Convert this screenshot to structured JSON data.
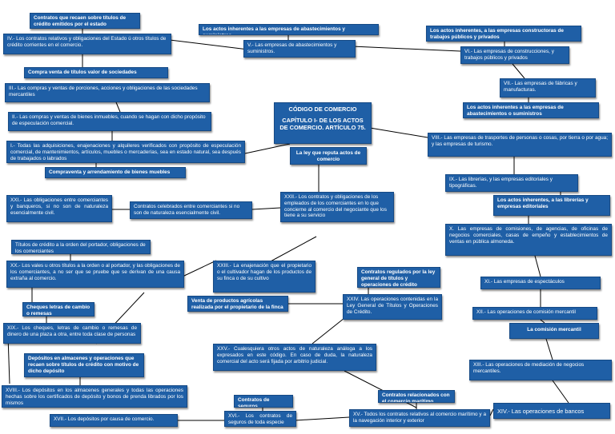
{
  "colors": {
    "box_fill": "#1f5fa6",
    "box_text": "#ffffff",
    "line": "#000000"
  },
  "nodes": {
    "center_title": "CÓDIGO DE COMERCIO",
    "center_subtitle": "CAPÍTULO I- DE LOS ACTOS DE COMERCIO. ARTÍCULO 75.",
    "center_caption": "La ley que reputa actos de comercio",
    "contratos_titulos": "Contratos que recaen sobre títulos de crédito emitidos por el estado",
    "iv": "IV.- Los contratos relativos y obligaciones del Estado ú otros títulos de crédito corrientes en el comercio.",
    "compra_venta_titulos": "Compra venta de títulos valor de sociedades",
    "iii": "III.- Las compras y ventas de porciones, acciones y obligaciones de las sociedades mercantiles",
    "ii": "II.- Las compras y ventas de bienes inmuebles, cuando se hagan con dicho propósito de especulación comercial.",
    "i": "I.- Todas las adquisiciones, enajenaciones y alquileres verificados con propósito de especulación comercial, de mantenimientos, artículos, muebles o mercaderías, sea en estado natural, sea después de trabajados o labrados",
    "compraventa_arrendamiento": "Compraventa y arrendamiento de bienes muebles",
    "actos_abastecimientos_top": "Los actos inherentes a las empresas de abastecimientos y suministros",
    "v": "V.- Las empresas de abastecimientos y suministros.",
    "actos_constructoras": "Los actos inherentes, a las empresas constructoras de trabajos públicos y privados",
    "vi": "VI.- Las empresas de construcciones, y trabajos públicos y privados",
    "vii": "VII.- Las empresas de fábricas y manufacturas.",
    "actos_abastecimientos_right": "Los actos inherentes a las empresas de abastecimientos o suministros",
    "viii": "VIII.- Las empresas de trasportes de personas o cosas, por tierra o por agua; y las empresas de turismo.",
    "ix": "IX.- Las librerías, y las empresas editoriales y tipográficas.",
    "actos_librerias": "Los actos inherentes, a las librerías y empresas editoriales",
    "x": "X. Las empresas de comisiones, de agencias, de oficinas de negocios comerciales, casas de empeño y establecimientos de ventas en pública almoneda.",
    "xi": "XI.- Las empresas de espectáculos",
    "xii": "XII.- Las operaciones de comisión mercantil",
    "comision_mercantil": "La comisión mercantil",
    "xiii": "XIII.- Las operaciones de mediación de negocios mercantiles.",
    "xiv": "XIV.- Las operaciones de bancos",
    "xxi": "XXI.- Las obligaciones entre comerciantes y banqueros, si no son de naturaleza esencialmente civil.",
    "contratos_comerciantes": "Contratos celebrados entre comerciantes si no son de naturaleza esencialmente civil.",
    "xxii": "XXII.- Los contratos y obligaciones de los empleados de los comerciantes en lo que concierne al comercio del negociante que los tiene a su servicio",
    "titulos_orden": "Títulos de crédito a la orden del portador, obligaciones de los comerciantes",
    "xx": "XX.- Los vales u otros títulos a la orden o al portador, y las obligaciones de los comerciantes, a no ser que se pruebe que se derivan de una causa extraña al comercio.",
    "xxiii": "XXIII.- La enajenación que el propietario o el cultivador hagan de los productos de su finca o de su cultivo",
    "contratos_regulados": "Contratos regulados por la ley general de títulos y operaciones de crédito",
    "venta_agricolas": "Venta de productos agrícolas realizada por el propietario de la finca o cultivador.",
    "xxiv": "XXIV. Las operaciones contenidas en la Ley General de Títulos y Operaciones de Crédito.",
    "cheques": "Cheques letras de cambio o remesas",
    "xix": "XIX.- Los cheques, letras de cambio o remesas de dinero de una plaza a otra, entre toda clase de personas",
    "xxv": "XXV.- Cualesquiera otros actos de naturaleza análoga a los expresados en este código. En caso de duda, la naturaleza comercial del acto será fijada por arbitrio judicial.",
    "depositos_almacenes": "Depósitos en almacenes y operaciones que recaen sobre títulos de crédito con motivo de dicho depósito",
    "xviii": "XVIII.- Los depósitos en los almacenes generales y todas las operaciones hechas sobre los certificados de depósito y bonos de prenda librados por los mismos",
    "contratos_de": "Contratos de seguros",
    "contratos_maritimo": "Contratos relacionados con el comercio marítimo",
    "xvii": "XVII.- Los depósitos por causa de comercio.",
    "xvi": "XVI.- Los contratos de seguros de toda especie",
    "xv": "XV.- Todos los contratos relativos al comercio marítimo y a la navegación interior y exterior"
  }
}
